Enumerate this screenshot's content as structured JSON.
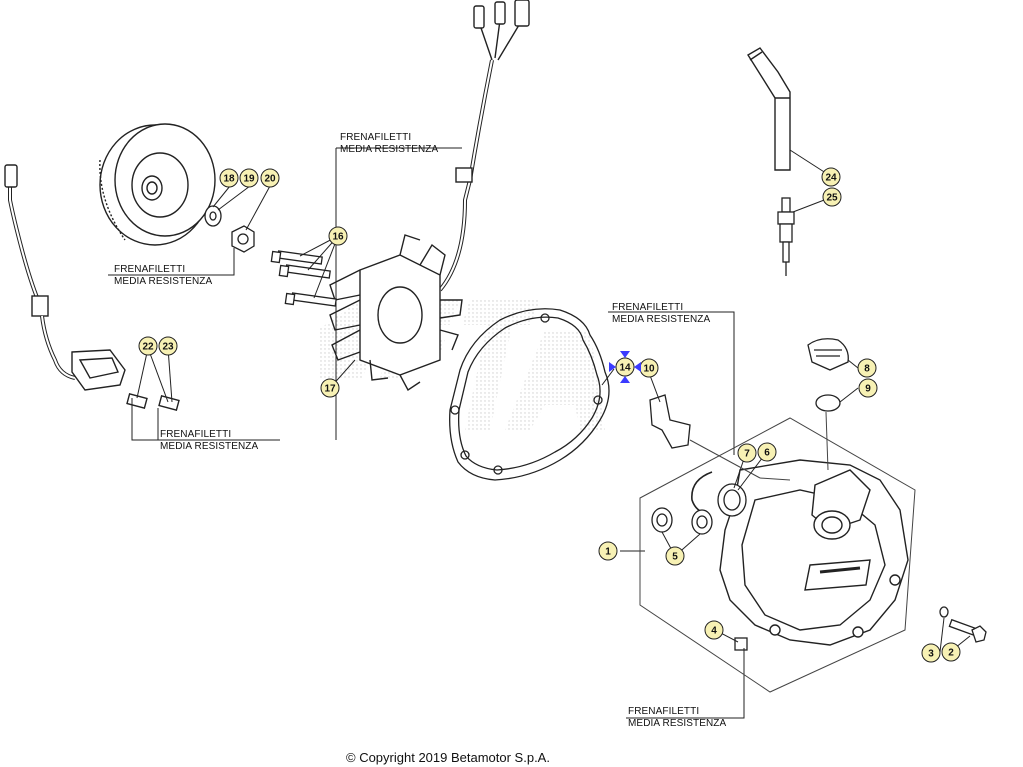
{
  "diagram": {
    "note_line1": "FRENAFILETTI",
    "note_line2": "MEDIA RESISTENZA",
    "callouts": [
      "1",
      "2",
      "3",
      "4",
      "5",
      "6",
      "7",
      "8",
      "9",
      "10",
      "14",
      "16",
      "17",
      "18",
      "19",
      "20",
      "22",
      "23",
      "24",
      "25"
    ],
    "callout_fill": "#f7f1b4",
    "callout_stroke": "#222222",
    "highlight_color": "#3b3bff"
  },
  "footer": {
    "copyright": "© Copyright 2019 Betamotor S.p.A."
  }
}
